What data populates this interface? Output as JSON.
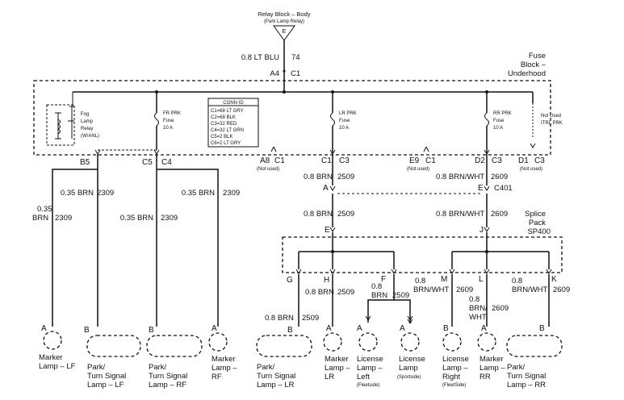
{
  "relay_block": {
    "line1": "Relay Block – Body",
    "line2": "(Park Lamp Relay)",
    "pin": "E"
  },
  "feed": {
    "wire": "0.8 LT BLU",
    "circuit": "74",
    "pin_a": "A4",
    "pin_c": "C1"
  },
  "fuse_block": {
    "line1": "Fuse",
    "line2": "Block –",
    "line3": "Underhood"
  },
  "fog_relay": {
    "line1": "Fog",
    "line2": "Lamp",
    "line3": "Relay",
    "line4": "(W/ANL)"
  },
  "fuses": {
    "fr": {
      "line1": "FR PRK",
      "line2": "Fuse",
      "line3": "10 A"
    },
    "lr": {
      "line1": "LR PRK",
      "line2": "Fuse",
      "line3": "10 A"
    },
    "rr": {
      "line1": "RR PRK",
      "line2": "Fuse",
      "line3": "10 A"
    },
    "itrl": {
      "line1": "Not Used",
      "line2": "ITRL PRK"
    }
  },
  "conn_id": {
    "title": "CONN ID",
    "rows": [
      "C1=68 LT GRY",
      "C2=68 BLK",
      "C3=32 RED",
      "C4=32 LT GRN",
      "C5=2 BLK",
      "C6=2 LT GRY"
    ]
  },
  "fuse_pins": {
    "a8": "A8",
    "a8_c": "C1",
    "c1": "C1",
    "c3": "C3",
    "e9": "E9",
    "e9_c": "C1",
    "d2": "D2",
    "d2_c": "C3",
    "d1": "D1",
    "d1_c": "C3",
    "not_used": "(Not used)",
    "b5": "B5",
    "c5": "C5",
    "c4": "C4"
  },
  "left_wires": {
    "lf_marker": {
      "size": "0.35",
      "color": "BRN",
      "circuit": "2309"
    },
    "lf_park": {
      "wire": "0.35 BRN",
      "circuit": "2309"
    },
    "rf_park": {
      "wire": "0.35 BRN",
      "circuit": "2309"
    },
    "rf_marker": {
      "wire": "0.35 BRN",
      "circuit": "2309"
    }
  },
  "mid_wires": {
    "lr_top": {
      "wire": "0.8 BRN",
      "circuit": "2509"
    },
    "lr_mid": {
      "wire": "0.8 BRN",
      "circuit": "2509"
    },
    "rr_top": {
      "wire": "0.8 BRN/WHT",
      "circuit": "2609"
    },
    "rr_mid": {
      "wire": "0.8 BRN/WHT",
      "circuit": "2609"
    },
    "conn_a": "A",
    "conn_e": "E",
    "c401": "C401"
  },
  "splice": {
    "line1": "Splice",
    "line2": "Pack",
    "line3": "SP400",
    "e": "E",
    "j": "J",
    "pins": [
      "G",
      "H",
      "F",
      "M",
      "L",
      "K"
    ]
  },
  "bottom_wires": {
    "g": {
      "wire": "0.8 BRN",
      "circuit": "2509"
    },
    "h": {
      "wire": "0.8 BRN",
      "circuit": "2509"
    },
    "f_size": "0.8",
    "f_color": "BRN",
    "f_circuit": "2509",
    "m_size": "0.8",
    "m_color": "BRN/WHT",
    "m_circuit": "2609",
    "l_size": "0.8",
    "l_color1": "BRN/",
    "l_color2": "WHT",
    "l_circuit": "2609",
    "k_size": "0.8",
    "k_color": "BRN/WHT",
    "k_circuit": "2609"
  },
  "components": [
    {
      "pin": "A",
      "l1": "Marker",
      "l2": "Lamp – LF",
      "l3": ""
    },
    {
      "pin": "B",
      "l1": "Park/",
      "l2": "Turn Signal",
      "l3": "Lamp – LF"
    },
    {
      "pin": "B",
      "l1": "Park/",
      "l2": "Turn Signal",
      "l3": "Lamp – RF"
    },
    {
      "pin": "A",
      "l1": "Marker",
      "l2": "Lamp –",
      "l3": "RF"
    },
    {
      "pin": "B",
      "l1": "Park/",
      "l2": "Turn Signal",
      "l3": "Lamp – LR"
    },
    {
      "pin": "A",
      "l1": "Marker",
      "l2": "Lamp –",
      "l3": "LR"
    },
    {
      "pin": "A",
      "l1": "License",
      "l2": "Lamp –",
      "l3": "Left",
      "l4": "(Fleetside)"
    },
    {
      "pin": "A",
      "l1": "License",
      "l2": "Lamp",
      "l3": "(Sportside)"
    },
    {
      "pin": "B",
      "l1": "License",
      "l2": "Lamp –",
      "l3": "Right",
      "l4": "(FleetSide)"
    },
    {
      "pin": "A",
      "l1": "Marker",
      "l2": "Lamp –",
      "l3": "RR"
    },
    {
      "pin": "B",
      "l1": "Park/",
      "l2": "Turn Signal",
      "l3": "Lamp – RR"
    }
  ]
}
